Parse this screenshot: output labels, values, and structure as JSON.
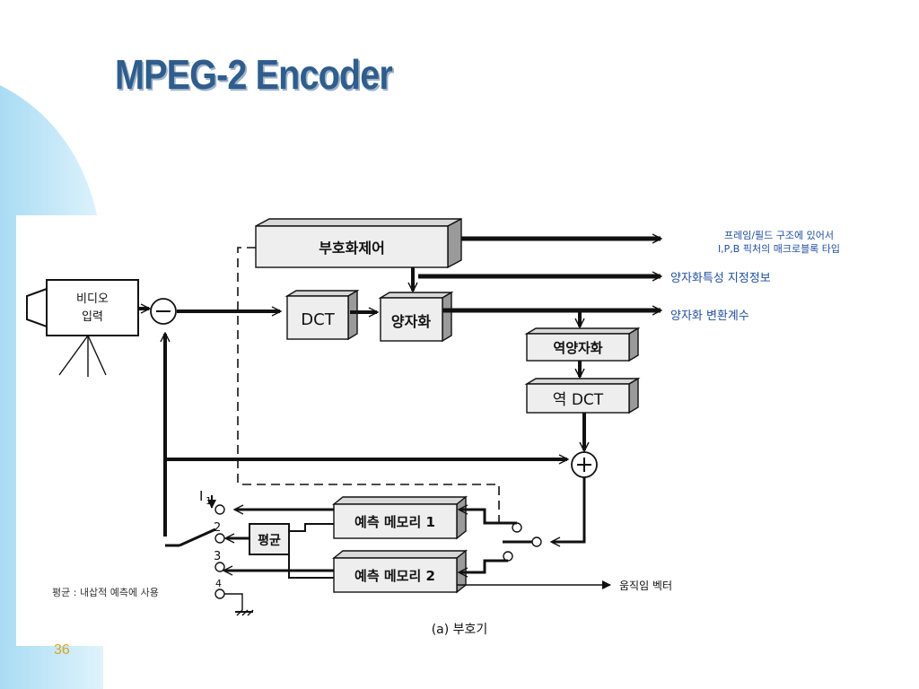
{
  "slide": {
    "title": "MPEG-2 Encoder",
    "page_number": "36"
  },
  "diagram": {
    "video_input": {
      "line1": "비디오",
      "line2": "입력"
    },
    "blocks": {
      "coding_control": "부호화제어",
      "dct": "DCT",
      "quantizer": "양자화",
      "inverse_quantizer": "역양자화",
      "inverse_dct": "역 DCT",
      "predict_memory_1": "예측 메모리 1",
      "predict_memory_2": "예측 메모리 2",
      "average": "평균"
    },
    "outputs": {
      "frame_field_line1": "프레임/필드 구조에 있어서",
      "frame_field_line2": "I,P,B 픽처의 매크로블록 타입",
      "quant_info": "양자화특성 지정정보",
      "quant_coeff": "양자화 변환계수",
      "motion_vector": "움직임 벡터"
    },
    "switch": {
      "label": "I",
      "subscript": "1",
      "pos1": "1",
      "pos2": "2",
      "pos3": "3",
      "pos4": "4"
    },
    "note": "평균 : 내삽적 예측에 사용",
    "caption": "(a) 부호기"
  }
}
